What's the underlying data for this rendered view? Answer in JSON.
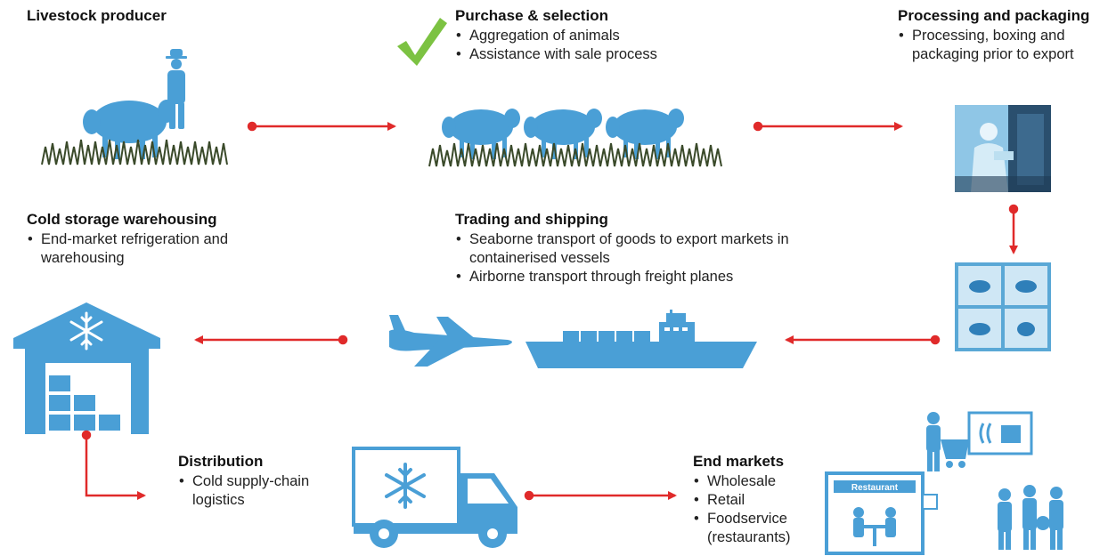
{
  "colors": {
    "illustration": "#4a9fd6",
    "illustration_dark": "#2f7fb9",
    "arrow": "#e02a2a",
    "check": "#7cc242",
    "grass": "#3a4a2a"
  },
  "stages": {
    "livestock": {
      "title": "Livestock producer",
      "bullets": []
    },
    "purchase": {
      "title": "Purchase & selection",
      "bullets": [
        "Aggregation of animals",
        "Assistance with sale process"
      ]
    },
    "processing": {
      "title": "Processing and packaging",
      "bullets": [
        "Processing, boxing and packaging prior to export"
      ]
    },
    "cold_storage": {
      "title": "Cold storage warehousing",
      "bullets": [
        "End-market refrigeration and warehousing"
      ]
    },
    "trading": {
      "title": "Trading and shipping",
      "bullets": [
        "Seaborne transport of goods to export markets in containerised vessels",
        "Airborne transport through freight planes"
      ]
    },
    "distribution": {
      "title": "Distribution",
      "bullets": [
        "Cold supply-chain logistics"
      ]
    },
    "end_markets": {
      "title": "End markets",
      "bullets": [
        "Wholesale",
        "Retail",
        "Foodservice (restaurants)"
      ]
    }
  },
  "illustration_labels": {
    "restaurant_sign": "Restaurant"
  },
  "icons": [
    "check-icon",
    "sheep-icon",
    "farmer-icon",
    "grass-icon",
    "processing-photo",
    "meat-boxes-photo",
    "warehouse-icon",
    "snowflake-icon",
    "airplane-icon",
    "ship-icon",
    "truck-icon",
    "restaurant-icon",
    "shopper-icon",
    "people-icon"
  ]
}
